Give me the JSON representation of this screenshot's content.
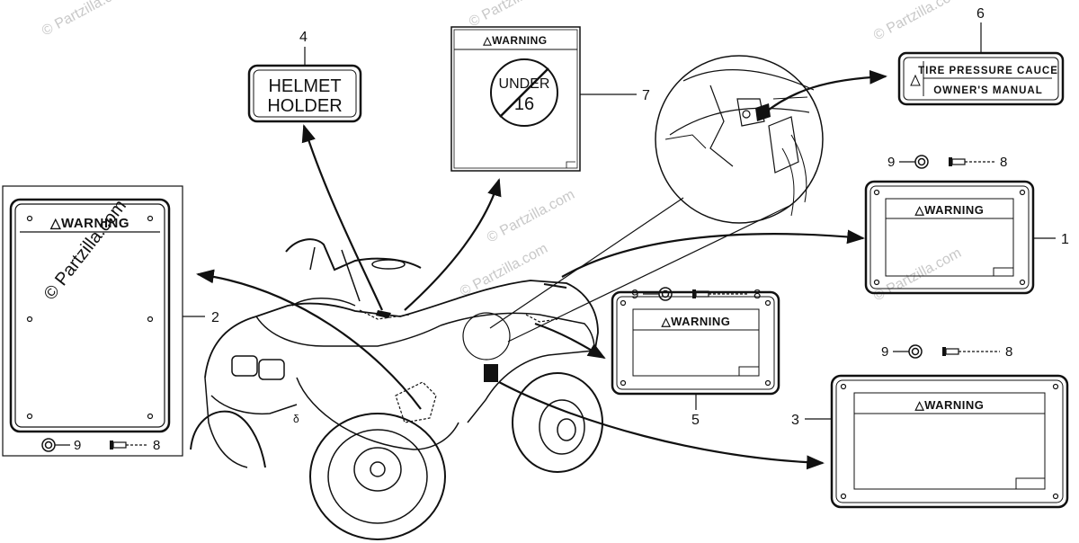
{
  "watermark": "© Partzilla.com",
  "callouts": {
    "c1": "1",
    "c2": "2",
    "c3": "3",
    "c4": "4",
    "c5": "5",
    "c6": "6",
    "c7": "7",
    "c8": "8",
    "c9": "9"
  },
  "labels": {
    "warning": "△WARNING",
    "warning_spaced": "△WARNING",
    "helmet_line1": "HELMET",
    "helmet_line2": "HOLDER",
    "under_text": "UNDER",
    "age": "16",
    "tire_line1": "TIRE PRESSURE CAUCE",
    "tire_line2": "OWNER'S MANUAL"
  }
}
